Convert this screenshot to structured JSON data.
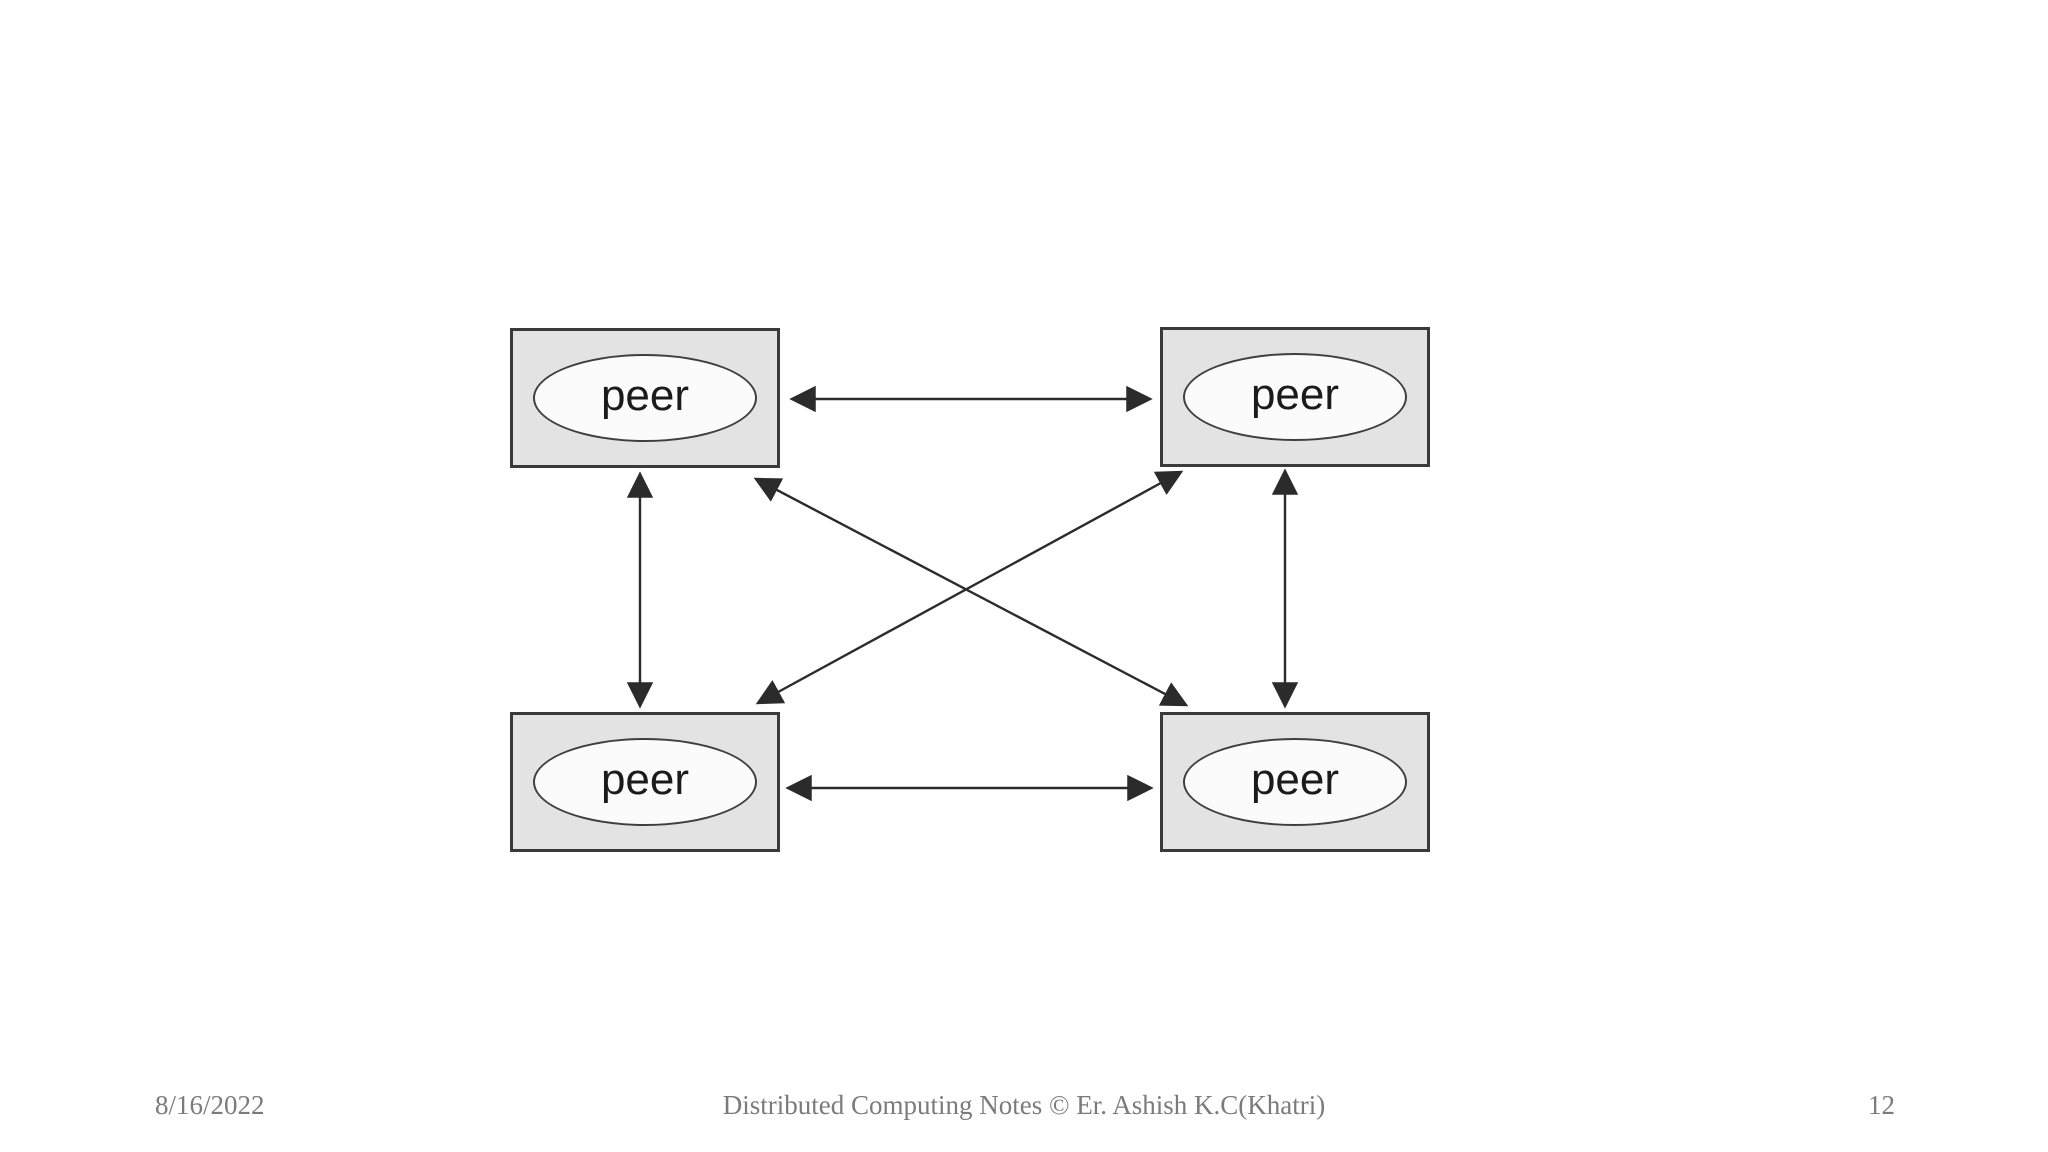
{
  "slide": {
    "background": "#ffffff"
  },
  "diagram": {
    "type": "peer-to-peer-full-mesh",
    "nodes": [
      {
        "id": "peer-top-left",
        "label": "peer"
      },
      {
        "id": "peer-top-right",
        "label": "peer"
      },
      {
        "id": "peer-bottom-left",
        "label": "peer"
      },
      {
        "id": "peer-bottom-right",
        "label": "peer"
      }
    ],
    "edges": [
      {
        "from": "peer-top-left",
        "to": "peer-top-right",
        "bidirectional": true
      },
      {
        "from": "peer-bottom-left",
        "to": "peer-bottom-right",
        "bidirectional": true
      },
      {
        "from": "peer-top-left",
        "to": "peer-bottom-left",
        "bidirectional": true
      },
      {
        "from": "peer-top-right",
        "to": "peer-bottom-right",
        "bidirectional": true
      },
      {
        "from": "peer-top-left",
        "to": "peer-bottom-right",
        "bidirectional": true
      },
      {
        "from": "peer-top-right",
        "to": "peer-bottom-left",
        "bidirectional": true
      }
    ],
    "colors": {
      "slide_bg": "#ffffff",
      "box_fill": "#e3e3e3",
      "box_border": "#3a3a3a",
      "ellipse_fill": "#fbfbfb",
      "ellipse_border": "#3f3f3f",
      "arrow": "#2b2b2b",
      "label": "#1b1b1b",
      "footer_text": "#7b7b7b"
    }
  },
  "footer": {
    "date": "8/16/2022",
    "credit": "Distributed Computing Notes © Er. Ashish K.C(Khatri)",
    "page_number": "12"
  }
}
